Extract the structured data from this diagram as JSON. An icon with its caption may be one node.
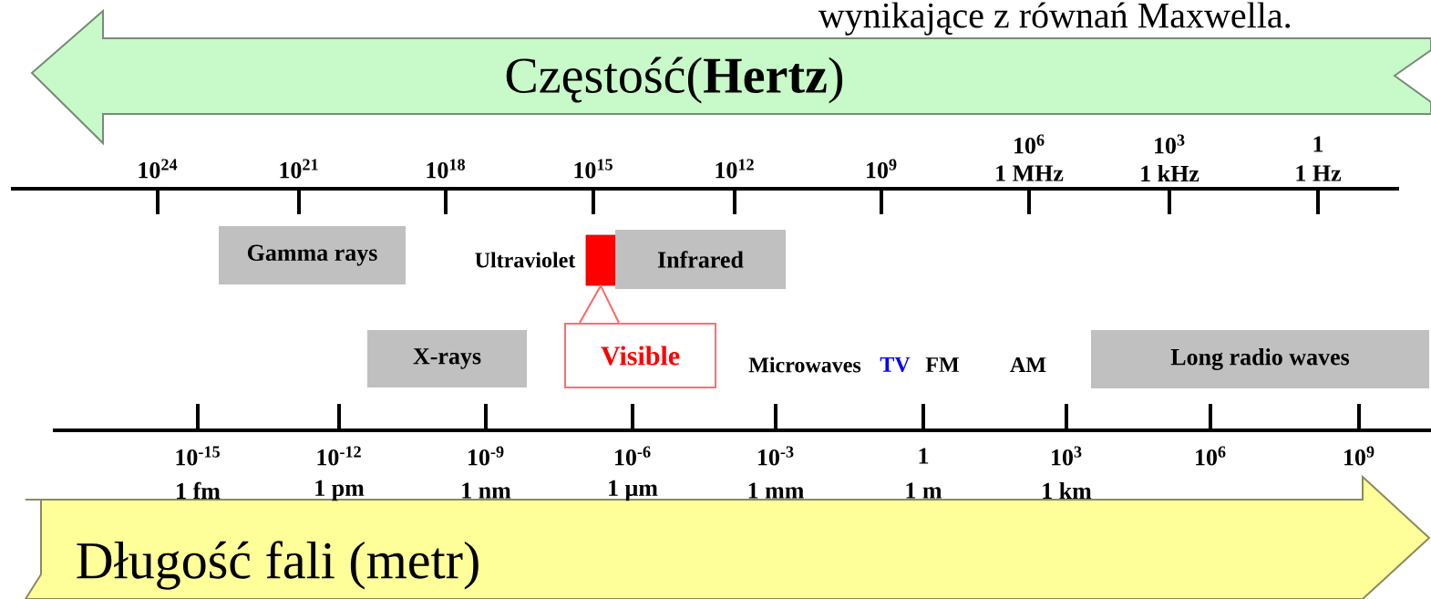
{
  "diagram": {
    "nodes": [
      {
        "text": [
          "Częstość(**Hertz**)"
        ]
      },
      {
        "text": [
          "Gamma rays"
        ]
      },
      {
        "text": [],
        "shape": "bar"
      },
      {
        "text": [
          "Infrared"
        ]
      },
      {
        "text": [
          "X-rays"
        ]
      },
      {
        "text": [
          "Visible"
        ]
      },
      {
        "text": [
          "Long radio waves"
        ]
      },
      {
        "text": [
          "Długość fali (metr)"
        ]
      }
    ],
    "edges": [
      {
        "from": 5,
        "to": 2,
        "arrow": "to",
        "color": "#ff6666"
      }
    ],
    "labels": [
      "wynikające z równań Maxwella.",
      "10$^{24}$",
      "10$^{21}$",
      "10$^{18}$",
      "10$^{15}$",
      "10$^{12}$",
      "10$^{9}$",
      "10$^{6}$",
      "1 MHz",
      "10$^{3}$",
      "1 kHz",
      "1",
      "1 Hz",
      "Ultraviolet",
      "Microwaves",
      "TV",
      "FM",
      "AM",
      "10$^{-15}$",
      "10$^{-12}$",
      "10$^{-9}$",
      "10$^{-6}$",
      "10$^{-3}$",
      "1",
      "10$^{3}$",
      "10$^{6}$",
      "10$^{9}$",
      "1 fm",
      "1 pm",
      "1 nm",
      "1 μm",
      "1 mm",
      "1 m",
      "1 km"
    ]
  }
}
